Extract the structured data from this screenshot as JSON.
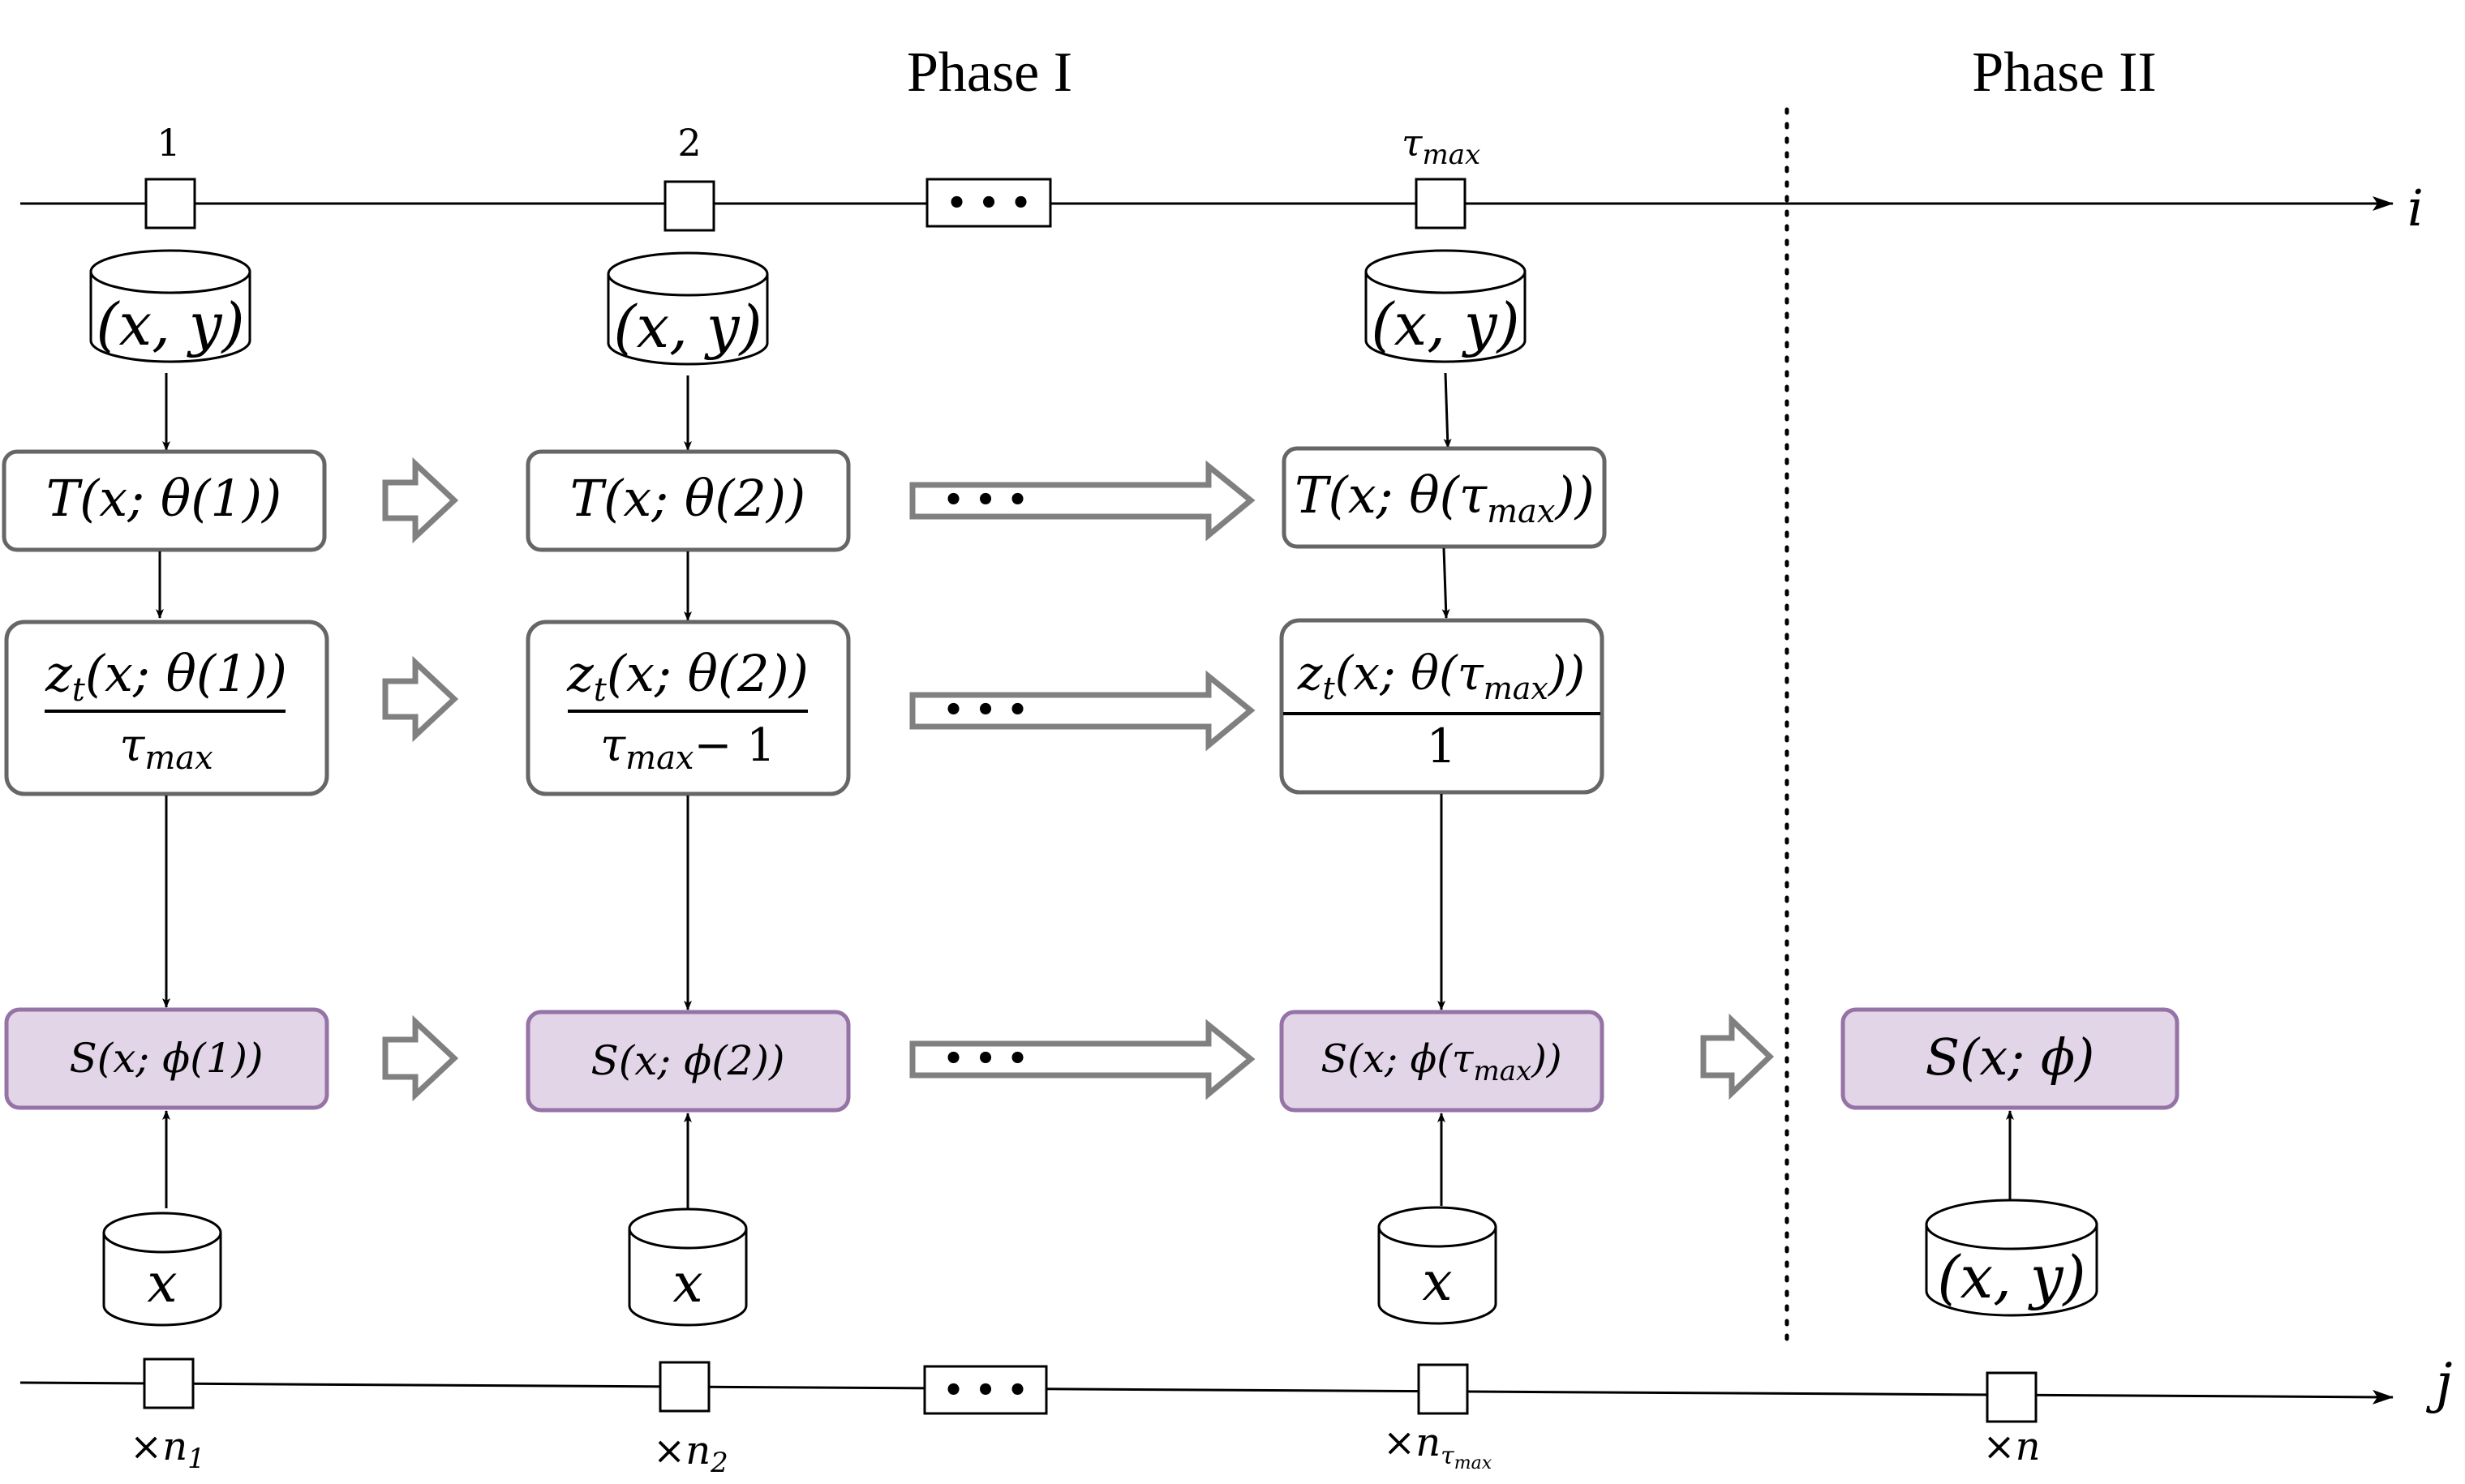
{
  "phases": {
    "phase1": "Phase I",
    "phase2": "Phase II"
  },
  "axes": {
    "top": "i",
    "bottom": "j"
  },
  "top_ticks": {
    "t1": "1",
    "t2": "2",
    "tmax": "τ",
    "tmax_sub": "max"
  },
  "bottom_ticks": {
    "n1_pre": "×n",
    "n1_sub": "1",
    "n2_pre": "×n",
    "n2_sub": "2",
    "nmax_pre": "×n",
    "nmax_sub": "τ",
    "nmax_subsub": "max",
    "n_last": "×n"
  },
  "ellipsis": "• • •",
  "cylinders": {
    "xy": "(x, y)",
    "x": "x"
  },
  "teacher": {
    "t1": "T(x; θ(1))",
    "t2": "T(x; θ(2))",
    "tmax_pre": "T(x; θ(τ",
    "tmax_sub": "max",
    "tmax_post": "))"
  },
  "ratio": {
    "r1_num": "z",
    "r1_num_sub": "t",
    "r1_num_rest": "(x; θ(1))",
    "r1_den": "τ",
    "r1_den_sub": "max",
    "r2_num_rest": "(x; θ(2))",
    "r2_den_post": "− 1",
    "rmax_num_rest_pre": "(x; θ(τ",
    "rmax_num_rest_sub": "max",
    "rmax_num_rest_post": "))",
    "rmax_den": "1"
  },
  "student": {
    "s1": "S(x; ϕ(1))",
    "s2": "S(x; ϕ(2))",
    "smax_pre": "S(x; ϕ(τ",
    "smax_sub": "max",
    "smax_post": "))",
    "final": "S(x; ϕ)"
  },
  "colors": {
    "student_fill": "#e1d5e7",
    "student_stroke": "#9673a6",
    "box_stroke": "#666666",
    "line": "#000000",
    "hollow_arrow": "#808080"
  }
}
